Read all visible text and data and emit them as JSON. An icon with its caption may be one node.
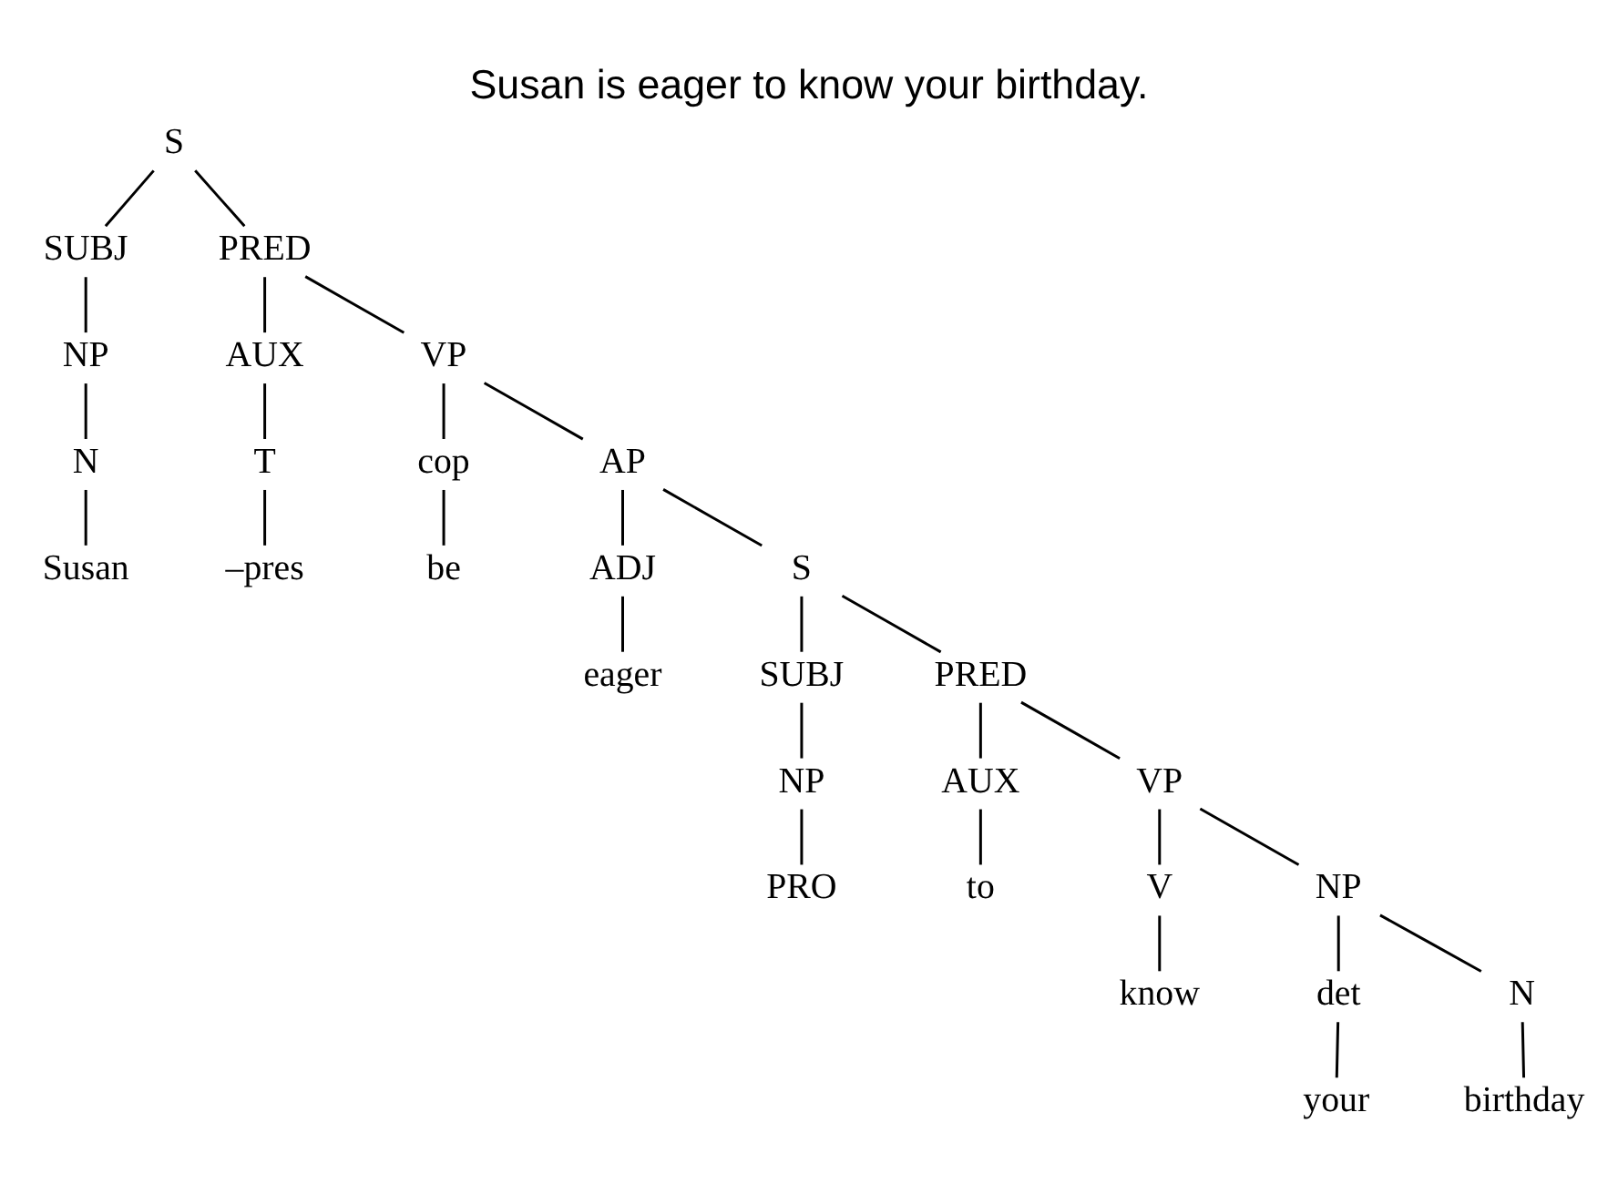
{
  "diagram": {
    "title": "Susan is eager to know your birthday.",
    "nodes": [
      {
        "text": [
          "S"
        ]
      },
      {
        "text": [
          "SUBJ"
        ]
      },
      {
        "text": [
          "PRED"
        ]
      },
      {
        "text": [
          "NP"
        ]
      },
      {
        "text": [
          "AUX"
        ]
      },
      {
        "text": [
          "VP"
        ]
      },
      {
        "text": [
          "N"
        ]
      },
      {
        "text": [
          "T"
        ]
      },
      {
        "text": [
          "cop"
        ]
      },
      {
        "text": [
          "AP"
        ]
      },
      {
        "text": [
          "Susan"
        ]
      },
      {
        "text": [
          "–pres"
        ]
      },
      {
        "text": [
          "be"
        ]
      },
      {
        "text": [
          "ADJ"
        ]
      },
      {
        "text": [
          "S"
        ]
      },
      {
        "text": [
          "eager"
        ]
      },
      {
        "text": [
          "SUBJ"
        ]
      },
      {
        "text": [
          "PRED"
        ]
      },
      {
        "text": [
          "NP"
        ]
      },
      {
        "text": [
          "AUX"
        ]
      },
      {
        "text": [
          "VP"
        ]
      },
      {
        "text": [
          "PRO"
        ]
      },
      {
        "text": [
          "to"
        ]
      },
      {
        "text": [
          "V"
        ]
      },
      {
        "text": [
          "NP"
        ]
      },
      {
        "text": [
          "know"
        ]
      },
      {
        "text": [
          "det"
        ]
      },
      {
        "text": [
          "N"
        ]
      },
      {
        "text": [
          "your"
        ]
      },
      {
        "text": [
          "birthday"
        ]
      }
    ],
    "edges": [
      {
        "from": 0,
        "to": 1,
        "arrow": "none"
      },
      {
        "from": 0,
        "to": 2,
        "arrow": "none"
      },
      {
        "from": 1,
        "to": 3,
        "arrow": "none"
      },
      {
        "from": 2,
        "to": 4,
        "arrow": "none"
      },
      {
        "from": 2,
        "to": 5,
        "arrow": "none"
      },
      {
        "from": 3,
        "to": 6,
        "arrow": "none"
      },
      {
        "from": 4,
        "to": 7,
        "arrow": "none"
      },
      {
        "from": 5,
        "to": 8,
        "arrow": "none"
      },
      {
        "from": 5,
        "to": 9,
        "arrow": "none"
      },
      {
        "from": 6,
        "to": 10,
        "arrow": "none"
      },
      {
        "from": 7,
        "to": 11,
        "arrow": "none"
      },
      {
        "from": 8,
        "to": 12,
        "arrow": "none"
      },
      {
        "from": 9,
        "to": 13,
        "arrow": "none"
      },
      {
        "from": 9,
        "to": 14,
        "arrow": "none"
      },
      {
        "from": 13,
        "to": 15,
        "arrow": "none"
      },
      {
        "from": 14,
        "to": 16,
        "arrow": "none"
      },
      {
        "from": 14,
        "to": 17,
        "arrow": "none"
      },
      {
        "from": 16,
        "to": 18,
        "arrow": "none"
      },
      {
        "from": 17,
        "to": 19,
        "arrow": "none"
      },
      {
        "from": 17,
        "to": 20,
        "arrow": "none"
      },
      {
        "from": 18,
        "to": 21,
        "arrow": "none"
      },
      {
        "from": 19,
        "to": 22,
        "arrow": "none"
      },
      {
        "from": 20,
        "to": 23,
        "arrow": "none"
      },
      {
        "from": 20,
        "to": 24,
        "arrow": "none"
      },
      {
        "from": 23,
        "to": 25,
        "arrow": "none"
      },
      {
        "from": 24,
        "to": 26,
        "arrow": "none"
      },
      {
        "from": 24,
        "to": 27,
        "arrow": "none"
      },
      {
        "from": 26,
        "to": 28,
        "arrow": "none"
      },
      {
        "from": 27,
        "to": 29,
        "arrow": "none"
      }
    ]
  }
}
